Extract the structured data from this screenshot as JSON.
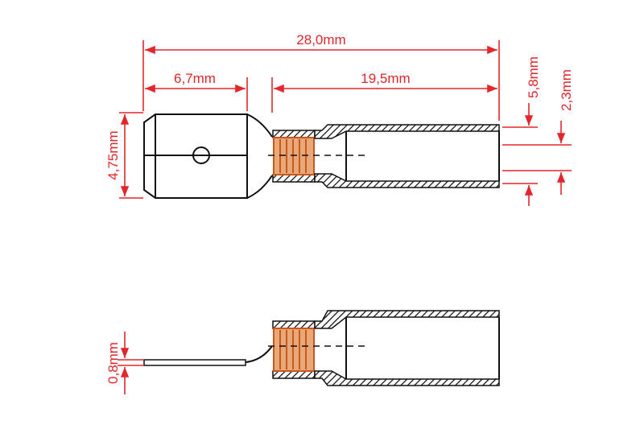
{
  "dimensions": {
    "overall_length": "28,0mm",
    "blade_length": "6,7mm",
    "sleeve_length": "19,5mm",
    "blade_width": "4,75mm",
    "sleeve_outer_diameter": "5,8mm",
    "wire_diameter": "2,3mm",
    "blade_thickness": "0,8mm"
  },
  "colors": {
    "dimension": "#e3262b",
    "outline": "#111111",
    "copper": "#d9773c"
  }
}
